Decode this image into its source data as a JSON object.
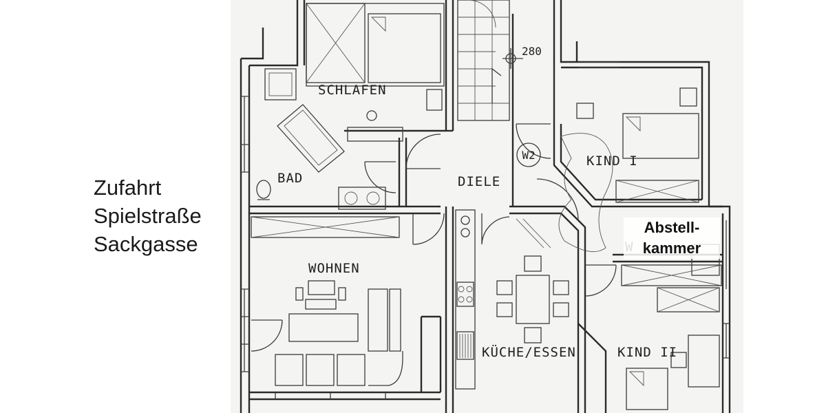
{
  "side_text": {
    "line1": "Zufahrt",
    "line2": "Spielstraße",
    "line3": "Sackgasse"
  },
  "rooms": {
    "schlafen": "SCHLAFEN",
    "bad": "BAD",
    "diele": "DIELE",
    "kind1": "KIND I",
    "wohnen": "WOHNEN",
    "kueche": "KÜCHE/ESSEN",
    "kind2": "KIND II",
    "wc_fragment": "W"
  },
  "plan_notes": {
    "stair_height": "280",
    "w2_marker": "W2"
  },
  "overlay": {
    "line1": "Abstell-",
    "line2": "kammer"
  }
}
